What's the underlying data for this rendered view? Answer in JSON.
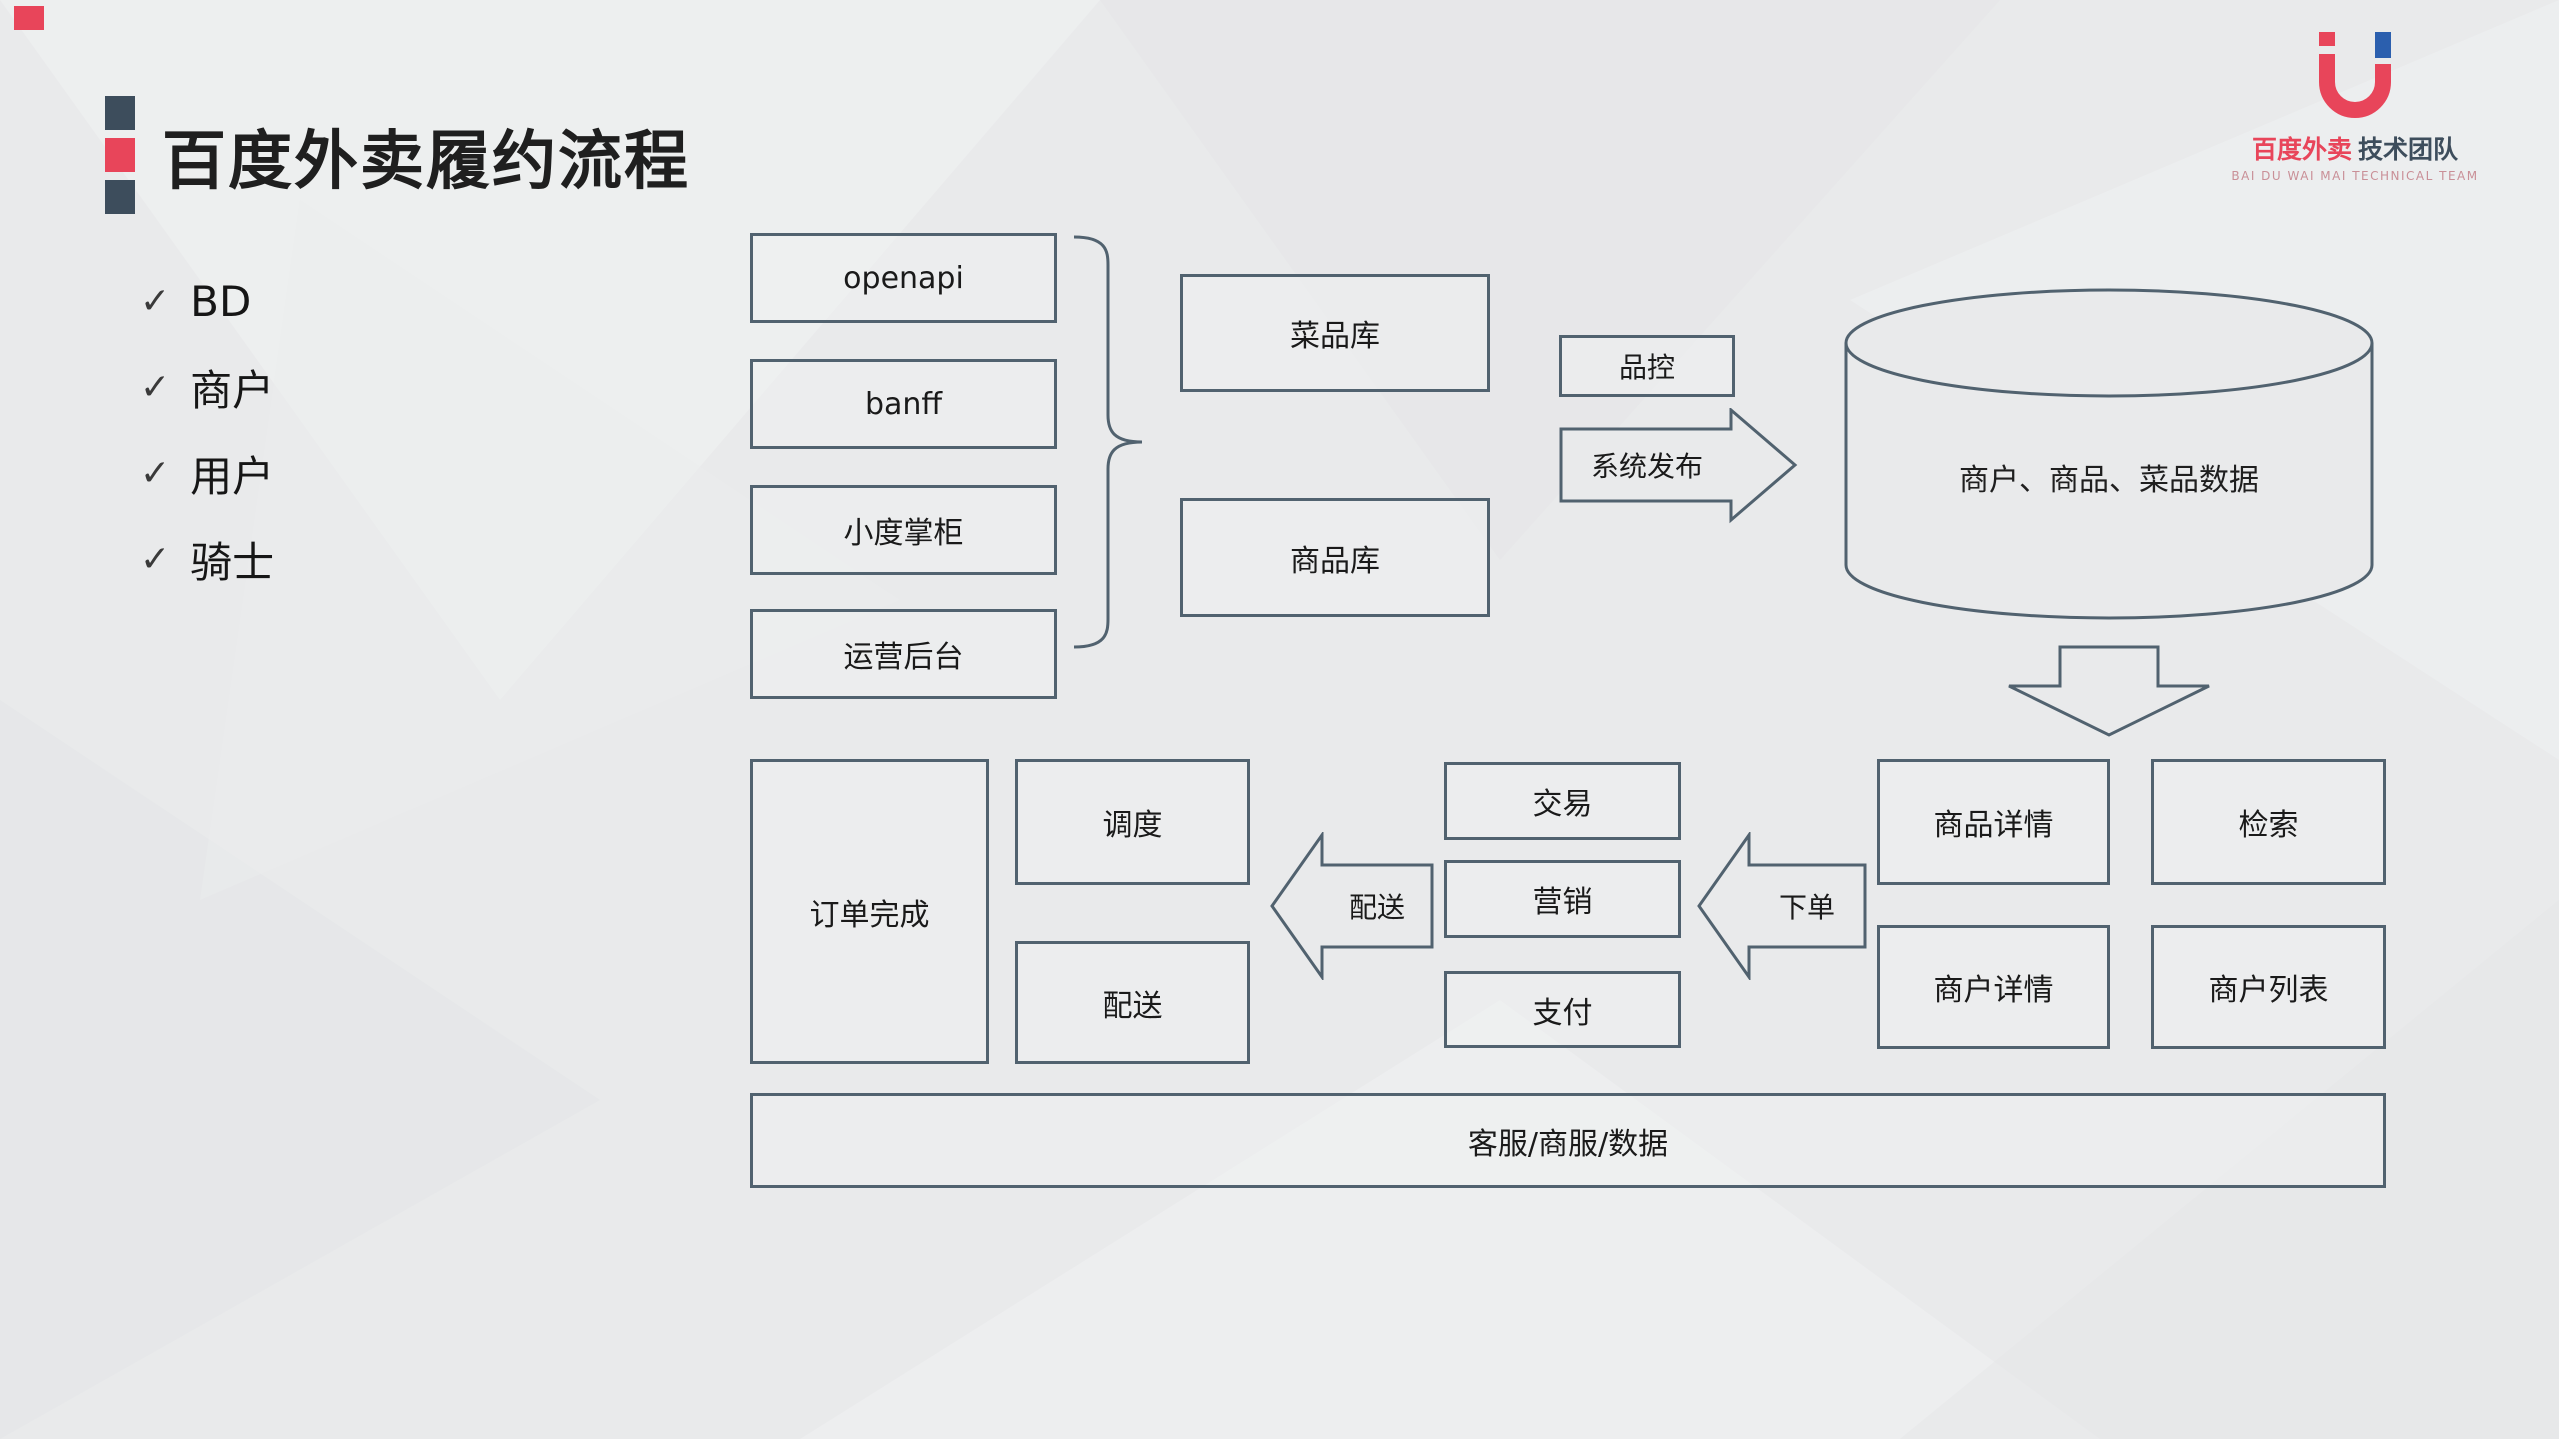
{
  "colors": {
    "background": "#E9EAEB",
    "box_border": "#51626F",
    "accent_red": "#E8455A",
    "accent_blue": "#2B5FAE",
    "text": "#1F1F1F"
  },
  "header": {
    "title": "百度外卖履约流程"
  },
  "logo": {
    "brand": "百度外卖",
    "team": "技术团队",
    "subtitle": "BAI DU WAI MAI TECHNICAL TEAM"
  },
  "checklist": {
    "check": "✓",
    "items": [
      "BD",
      "商户",
      "用户",
      "骑士"
    ]
  },
  "diagram": {
    "sources": [
      "openapi",
      "banff",
      "小度掌柜",
      "运营后台"
    ],
    "libraries": [
      "菜品库",
      "商品库"
    ],
    "qc": "品控",
    "publish_label": "系统发布",
    "database_label": "商户、商品、菜品数据",
    "details": [
      "商品详情",
      "检索",
      "商户详情",
      "商户列表"
    ],
    "order_label": "下单",
    "trade": [
      "交易",
      "营销",
      "支付"
    ],
    "delivery_label": "配送",
    "dispatch": [
      "调度",
      "配送"
    ],
    "complete_label": "订单完成",
    "support_label": "客服/商服/数据"
  }
}
